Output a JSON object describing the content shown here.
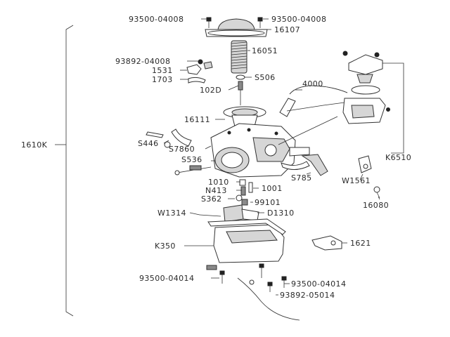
{
  "callouts": {
    "c93500_04008_a": "93500-04008",
    "c93500_04008_b": "93500-04008",
    "c16107": "16107",
    "c93892_04008": "93892-04008",
    "c16051": "16051",
    "c1531": "1531",
    "cS506": "S506",
    "c1703": "1703",
    "c102D": "102D",
    "c4000": "4000",
    "c16111": "16111",
    "c1610K": "1610K",
    "cS446": "S446",
    "cS7860": "S7860",
    "cK6510": "K6510",
    "cS536": "S536",
    "cS785": "S785",
    "cW1561": "W1561",
    "c1010": "1010",
    "cN413": "N413",
    "c1001": "1001",
    "cS362": "S362",
    "c99101": "99101",
    "c16080": "16080",
    "cW1314": "W1314",
    "cD1310": "D1310",
    "c1621": "1621",
    "cK350": "K350",
    "c93500_04014_a": "93500-04014",
    "c93500_04014_b": "93500-04014",
    "c93892_05014": "93892-05014"
  }
}
